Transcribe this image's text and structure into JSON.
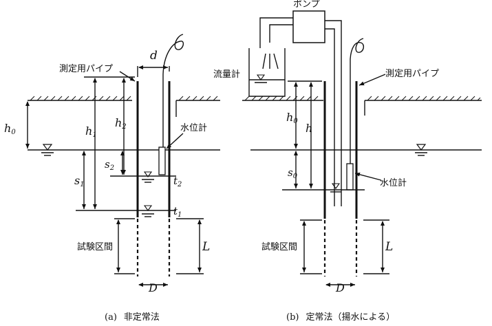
{
  "left": {
    "pipe_label": "測定用パイプ",
    "gauge_label": "水位計",
    "interval_label": "試験区間",
    "d_label": "d",
    "D_label": "D",
    "L_label": "L",
    "h0": "h",
    "h0_sub": "0",
    "h1": "h",
    "h1_sub": "1",
    "h2": "h",
    "h2_sub": "2",
    "s1": "s",
    "s1_sub": "1",
    "s2": "s",
    "s2_sub": "2",
    "t1": "t",
    "t1_sub": "1",
    "t2": "t",
    "t2_sub": "2",
    "caption_prefix": "(a)",
    "caption_text": "非定常法"
  },
  "right": {
    "pump_label": "ポンプ",
    "flowmeter_label": "流量計",
    "pipe_label": "測定用パイプ",
    "gauge_label": "水位計",
    "interval_label": "試験区間",
    "D_label": "D",
    "L_label": "L",
    "h0": "h",
    "h0_sub": "0",
    "h": "h",
    "s0": "s",
    "s0_sub": "0",
    "caption_prefix": "(b)",
    "caption_text": "定常法（揚水による）"
  }
}
